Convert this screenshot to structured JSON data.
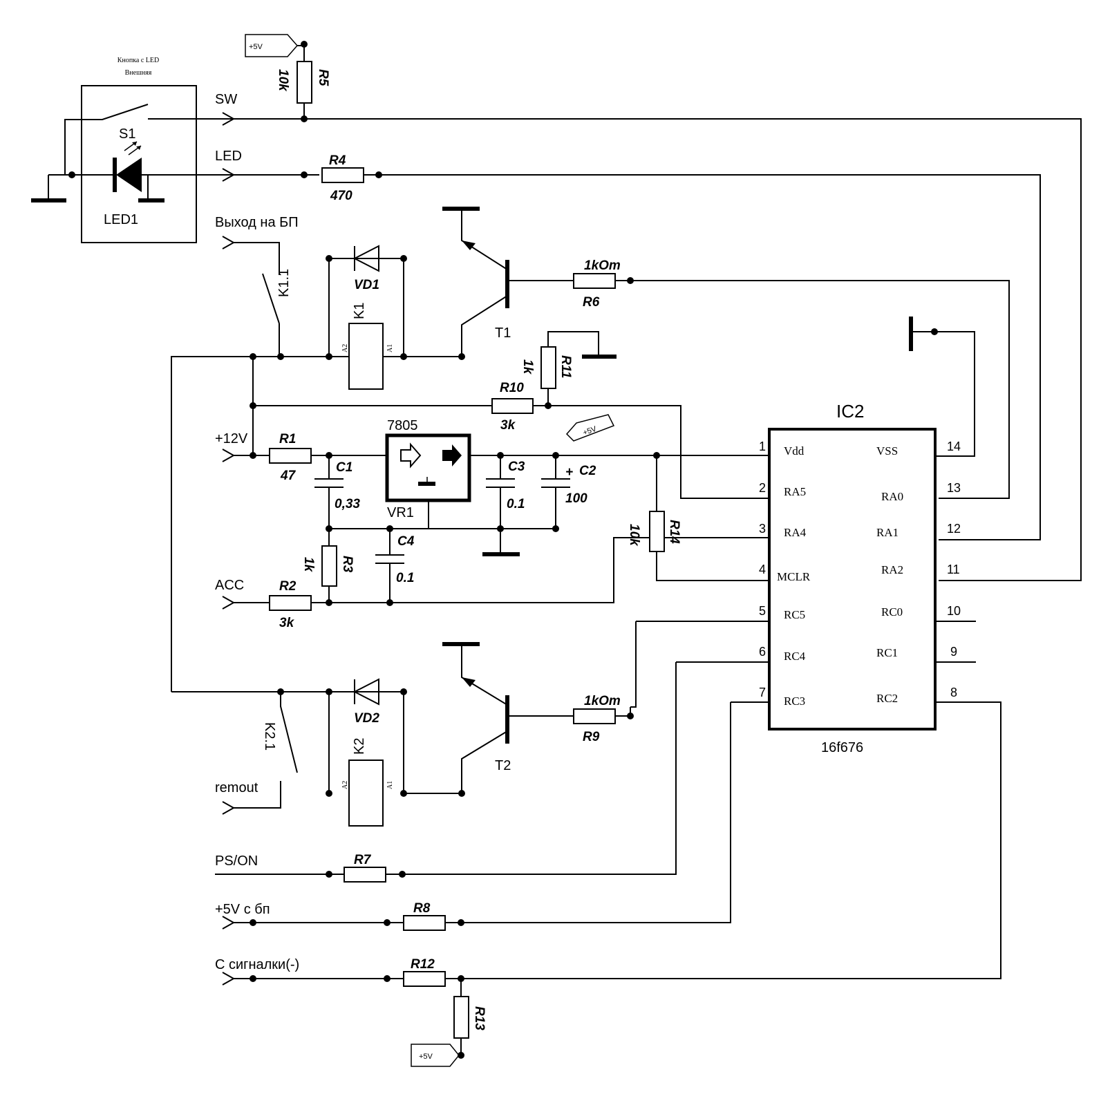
{
  "power_labels": {
    "plus5v_top": "+5V",
    "plus5v_mid": "+5V",
    "plus5v_bottom": "+5V"
  },
  "s1_box": {
    "title_line1": "Кнопка с LED",
    "title_line2": "Внешняя",
    "switch": "S1",
    "led": "LED1"
  },
  "nets": {
    "sw": "SW",
    "led": "LED",
    "output_ps": "Выход на БП",
    "plus12v": "+12V",
    "acc": "ACC",
    "remout": "remout",
    "ps_on": "PS/ON",
    "plus5v_ps": "+5V с бп",
    "alarm": "С сигналки(-)"
  },
  "components": {
    "r5": {
      "ref": "R5",
      "value": "10k"
    },
    "r4": {
      "ref": "R4",
      "value": "470"
    },
    "r6": {
      "ref": "R6",
      "value": "1kOm"
    },
    "r9": {
      "ref": "R9",
      "value": "1kOm"
    },
    "r10": {
      "ref": "R10",
      "value": "3k"
    },
    "r11": {
      "ref": "R11",
      "value": "1k"
    },
    "r1": {
      "ref": "R1",
      "value": "47"
    },
    "r2": {
      "ref": "R2",
      "value": "3k"
    },
    "r3": {
      "ref": "R3",
      "value": "1k"
    },
    "r14": {
      "ref": "R14",
      "value": "10k"
    },
    "r7": {
      "ref": "R7"
    },
    "r8": {
      "ref": "R8"
    },
    "r12": {
      "ref": "R12"
    },
    "r13": {
      "ref": "R13"
    },
    "c1": {
      "ref": "C1",
      "value": "0,33"
    },
    "c2": {
      "ref": "C2",
      "value": "100",
      "polarity": "+"
    },
    "c3": {
      "ref": "C3",
      "value": "0.1"
    },
    "c4": {
      "ref": "C4",
      "value": "0.1"
    },
    "vd1": {
      "ref": "VD1"
    },
    "vd2": {
      "ref": "VD2"
    },
    "k1": {
      "ref": "K1",
      "contact": "K1.1",
      "pin_a1": "A1",
      "pin_a2": "A2"
    },
    "k2": {
      "ref": "K2",
      "contact": "K2.1",
      "pin_a1": "A1",
      "pin_a2": "A2"
    },
    "t1": {
      "ref": "T1"
    },
    "t2": {
      "ref": "T2"
    },
    "vr1": {
      "ref": "VR1",
      "type": "7805"
    }
  },
  "ic2": {
    "ref": "IC2",
    "part": "16f676",
    "left_pins": [
      {
        "num": "1",
        "name": "Vdd"
      },
      {
        "num": "2",
        "name": "RA5"
      },
      {
        "num": "3",
        "name": "RA4"
      },
      {
        "num": "4",
        "name": "MCLR"
      },
      {
        "num": "5",
        "name": "RC5"
      },
      {
        "num": "6",
        "name": "RC4"
      },
      {
        "num": "7",
        "name": "RC3"
      }
    ],
    "right_pins": [
      {
        "num": "14",
        "name": "VSS"
      },
      {
        "num": "13",
        "name": "RA0"
      },
      {
        "num": "12",
        "name": "RA1"
      },
      {
        "num": "11",
        "name": "RA2"
      },
      {
        "num": "10",
        "name": "RC0"
      },
      {
        "num": "9",
        "name": "RC1"
      },
      {
        "num": "8",
        "name": "RC2"
      }
    ]
  }
}
